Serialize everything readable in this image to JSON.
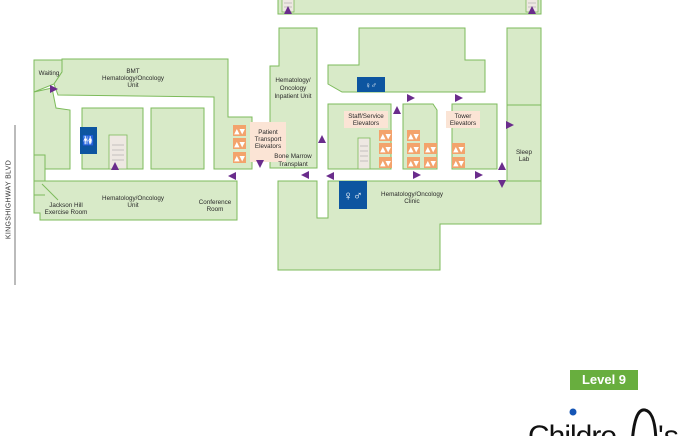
{
  "map": {
    "street": "KINGSHIGHWAY BLVD",
    "level": "Level 9",
    "logo_text": "Children's",
    "rooms": {
      "waiting": "Waiting",
      "bmt_1": "BMT",
      "bmt_2": "Hematology/Oncology",
      "bmt_3": "Unit",
      "inpatient_1": "Hematology/",
      "inpatient_2": "Oncology",
      "inpatient_3": "Inpatient Unit",
      "patient_elev_1": "Patient",
      "patient_elev_2": "Transport",
      "patient_elev_3": "Elevators",
      "bone_1": "Bone Marrow",
      "bone_2": "Transplant",
      "unit_1": "Hematology/Oncology",
      "unit_2": "Unit",
      "jackson_1": "Jackson Hill",
      "jackson_2": "Exercise Room",
      "conf_1": "Conference",
      "conf_2": "Room",
      "staff_1": "Staff/Service",
      "staff_2": "Elevators",
      "tower_1": "Tower",
      "tower_2": "Elevators",
      "clinic_1": "Hematology/Oncology",
      "clinic_2": "Clinic",
      "sleep_1": "Sleep",
      "sleep_2": "Lab"
    },
    "elevator_glyph": "▲▼",
    "colors": {
      "room": "#d8eac8",
      "wall": "#7dbb5b",
      "arrow": "#6a2c8c",
      "elevator": "#f3a36c",
      "restroom": "#0d55a0",
      "level": "#68ae3e"
    }
  }
}
